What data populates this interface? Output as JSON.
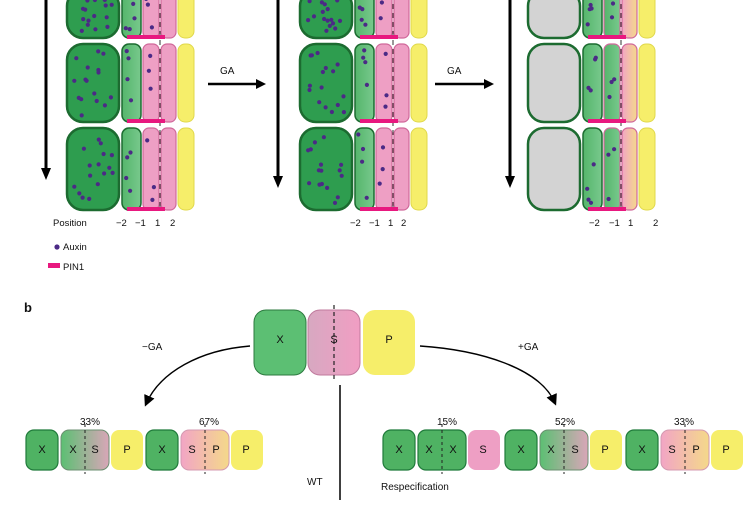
{
  "panel_a": {
    "ga_labels": [
      "GA",
      "GA"
    ],
    "position_label": "Position",
    "position_ticks": [
      "−2",
      "−1",
      "1",
      "2"
    ],
    "legend": {
      "auxin": "Auxin",
      "pin1": "PIN1"
    },
    "colors": {
      "dark_green": "#2e9d4f",
      "light_green": "#5cbf73",
      "pink": "#ee9fc4",
      "yellow": "#f6ee6a",
      "grey": "#d3d3d3",
      "outline": "#1c6b30",
      "auxin": "#4b2a86",
      "pin1": "#e8187f"
    }
  },
  "panel_b": {
    "label": "b",
    "top_cells": [
      "X",
      "S",
      "P"
    ],
    "minus_ga": "−GA",
    "plus_ga": "+GA",
    "wt": "WT",
    "respecification": "Respecification",
    "left_groups": [
      {
        "percent": "33%",
        "cells": [
          "X",
          "X",
          "S",
          "P"
        ]
      },
      {
        "percent": "67%",
        "cells": [
          "X",
          "S",
          "P",
          "P"
        ]
      }
    ],
    "right_groups": [
      {
        "percent": "15%",
        "cells": [
          "X",
          "X",
          "X",
          "S"
        ]
      },
      {
        "percent": "52%",
        "cells": [
          "X",
          "X",
          "S",
          "P"
        ]
      },
      {
        "percent": "33%",
        "cells": [
          "X",
          "S",
          "P",
          "P"
        ]
      }
    ]
  }
}
